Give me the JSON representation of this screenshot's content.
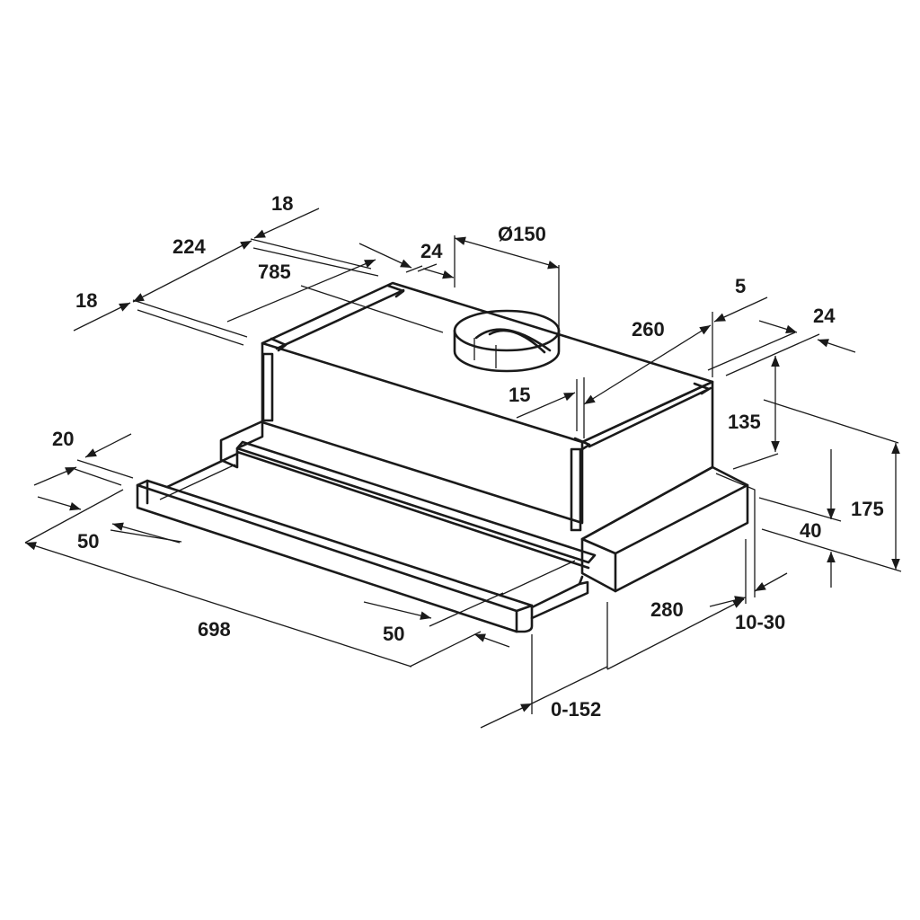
{
  "drawing": {
    "subject": "Telescopic (slide-out) cooker hood – isometric dimension drawing",
    "units": "mm",
    "line_color": "#1a1a1a",
    "background": "#ffffff"
  },
  "dimensions": {
    "top_left_18": "18",
    "top_224": "224",
    "top_right_18": "18",
    "depth_785": "785",
    "offset_24_top": "24",
    "duct_diameter": "Ø150",
    "offset_5": "5",
    "offset_260": "260",
    "offset_15": "15",
    "right_24": "24",
    "height_135": "135",
    "height_175": "175",
    "height_40": "40",
    "depth_280": "280",
    "range_10_30": "10-30",
    "range_0_152": "0-152",
    "left_20": "20",
    "left_50": "50",
    "width_698": "698",
    "front_50": "50"
  }
}
